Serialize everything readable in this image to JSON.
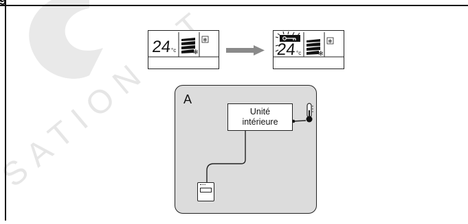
{
  "page": {
    "heading_fragment": "g",
    "watermark_text": "SATION ET",
    "colors": {
      "line": "#111111",
      "panel_fill": "#dcdcdc",
      "watermark": "#e8e8e8",
      "lock_fill": "#111111"
    }
  },
  "display_before": {
    "temperature": "24",
    "unit": "°c",
    "icons": [
      "fan-speed-bars-icon",
      "fan-icon",
      "snowflake-mode-icon"
    ]
  },
  "display_after": {
    "temperature": "24",
    "unit": "°c",
    "icons": [
      "key-lock-icon",
      "blink-rays-icon",
      "fan-speed-bars-icon",
      "fan-icon",
      "snowflake-mode-icon"
    ]
  },
  "diagram": {
    "panel_label": "A",
    "indoor_unit_line1": "Unité",
    "indoor_unit_line2": "intérieure",
    "icons": [
      "thermometer-icon",
      "remote-controller-icon"
    ]
  }
}
